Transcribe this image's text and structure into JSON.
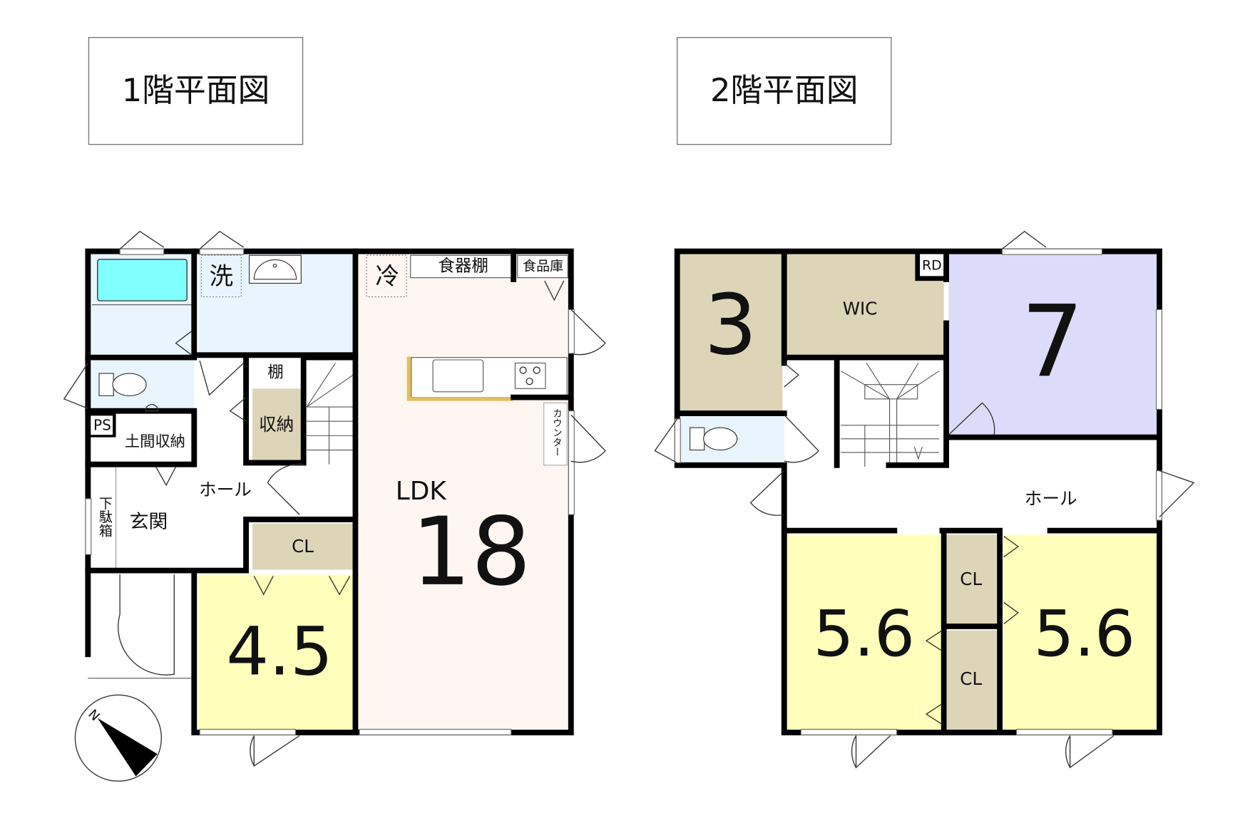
{
  "floor1": {
    "title": "1階平面図",
    "rooms": {
      "wash": "洗",
      "fridge": "冷",
      "cupboard": "食器棚",
      "pantry": "食品庫",
      "shelf": "棚",
      "storage": "収納",
      "ps": "PS",
      "doma_storage": "土間収納",
      "shoe_box": "下駄箱",
      "entrance": "玄関",
      "hall": "ホール",
      "closet": "CL",
      "bedroom": "4.5",
      "ldk_label": "LDK",
      "ldk_size": "18",
      "counter": "カウンター"
    },
    "compass": "N"
  },
  "floor2": {
    "title": "2階平面図",
    "rooms": {
      "room_3": "3",
      "wic": "WIC",
      "rd": "RD",
      "room_7": "7",
      "hall": "ホール",
      "room_left": "5.6",
      "room_right": "5.6",
      "closet_top": "CL",
      "closet_bottom": "CL"
    }
  },
  "colors": {
    "bath": "#80ffff",
    "wet": "#e8f5fd",
    "storage": "#ddd5b8",
    "bedroom_yellow": "#ffffbb",
    "ldk": "#fff6f1",
    "room7": "#dcdcfa",
    "counter_accent": "#e2bf5c"
  }
}
